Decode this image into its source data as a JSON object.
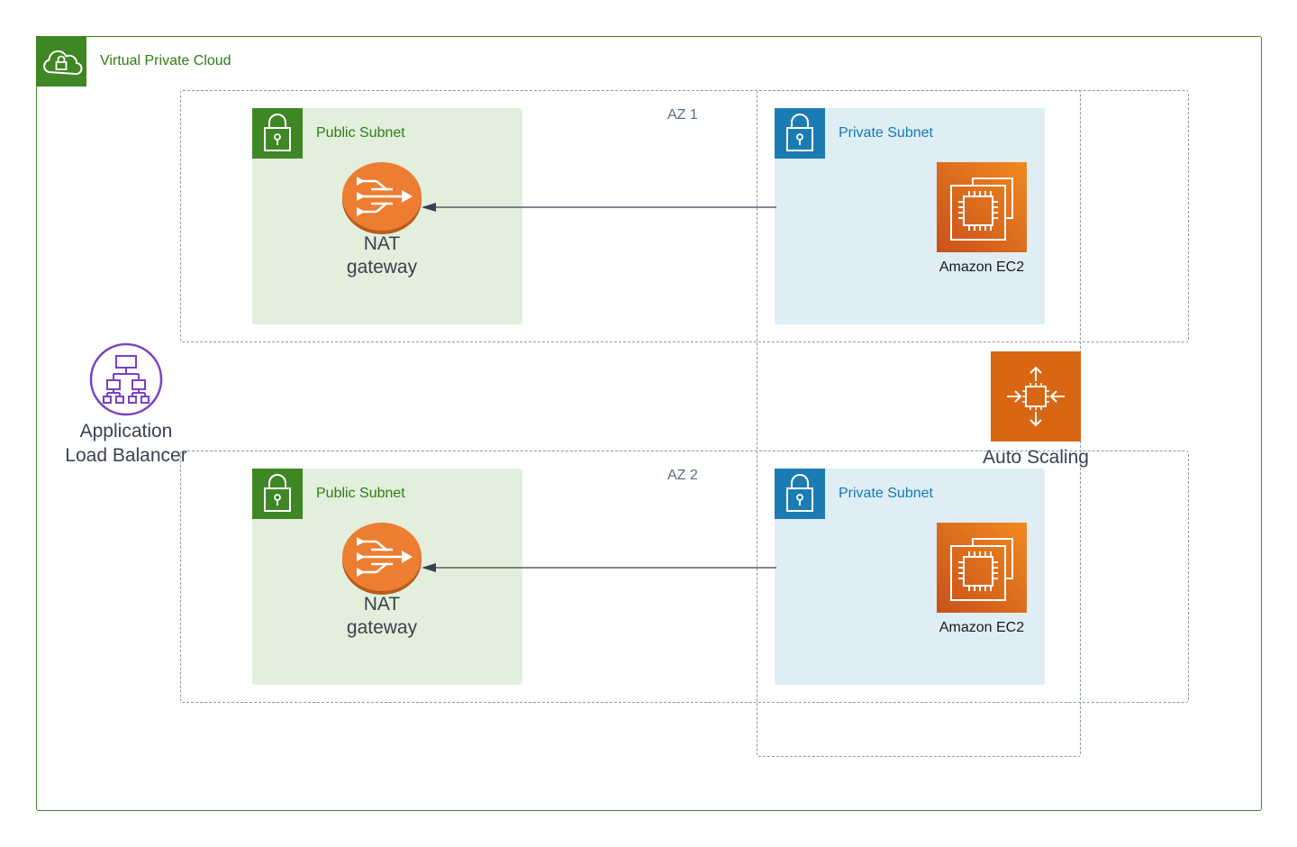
{
  "vpc": {
    "label": "Virtual Private Cloud",
    "icon": "cloud-lock-icon",
    "color": "#3f8624"
  },
  "availability_zones": [
    {
      "label": "AZ 1",
      "public_subnet": {
        "label": "Public Subnet",
        "icon": "lock-icon"
      },
      "nat_gateway": {
        "label": "NAT gateway",
        "icon": "nat-gateway-icon"
      },
      "private_subnet": {
        "label": "Private Subnet",
        "icon": "lock-icon"
      },
      "instance": {
        "label": "Amazon EC2",
        "icon": "ec2-chip-icon"
      }
    },
    {
      "label": "AZ 2",
      "public_subnet": {
        "label": "Public Subnet",
        "icon": "lock-icon"
      },
      "nat_gateway": {
        "label": "NAT gateway",
        "icon": "nat-gateway-icon"
      },
      "private_subnet": {
        "label": "Private Subnet",
        "icon": "lock-icon"
      },
      "instance": {
        "label": "Amazon EC2",
        "icon": "ec2-chip-icon"
      }
    }
  ],
  "auto_scaling": {
    "label": "Auto Scaling",
    "icon": "auto-scaling-icon",
    "color": "#d86613"
  },
  "load_balancer": {
    "label": "Application Load Balancer",
    "icon": "load-balancer-icon",
    "color": "#7b3fc4"
  },
  "colors": {
    "public_subnet_fill": "#e2efdc",
    "private_subnet_fill": "#dfedf5",
    "public_accent": "#3f8624",
    "private_accent": "#1b7cb3",
    "ec2_gradient": [
      "#c8511b",
      "#f0891f"
    ],
    "nat_orange": "#ed7d31"
  }
}
